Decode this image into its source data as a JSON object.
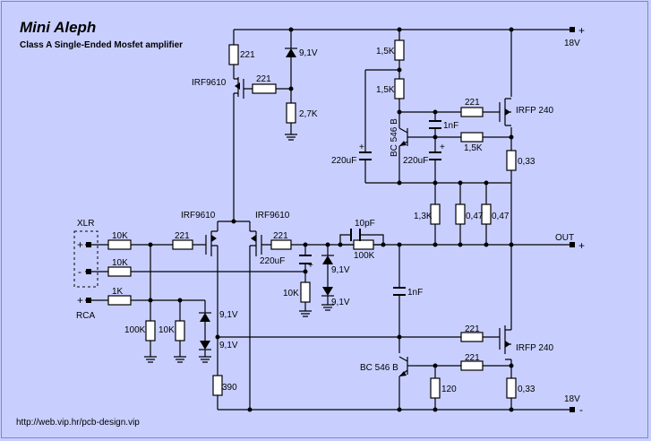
{
  "title": "Mini Aleph",
  "subtitle": "Class A Single-Ended Mosfet amplifier",
  "footer": "http://web.vip.hr/pcb-design.vip",
  "inputs": {
    "xlr": "XLR",
    "rca": "RCA",
    "plus": "+",
    "minus": "-"
  },
  "supply": {
    "pos": "18V",
    "neg": "18V",
    "plus": "+",
    "minus": "-"
  },
  "output": {
    "label": "OUT",
    "plus": "+"
  },
  "labels": {
    "r_top_221": "221",
    "z_top": "9,1V",
    "q_top_irf9610": "IRF9610",
    "r_gate_221": "221",
    "r_2k7": "2,7K",
    "r_1k5_a": "1,5K",
    "r_1k5_b": "1,5K",
    "r_gate_up_221": "221",
    "q_irfp_top": "IRFP 240",
    "c_1nf_top": "1nF",
    "q_bc546_top": "BC 546 B",
    "r_1k5_c": "1,5K",
    "c_220uf_a": "220uF",
    "c_220uf_b": "220uF",
    "r_033_top": "0,33",
    "q_irf9610_l": "IRF9610",
    "q_irf9610_r": "IRF9610",
    "c_10pf": "10pF",
    "r_1k3": "1,3K",
    "r_047_a": "0,47",
    "r_047_b": "0,47",
    "r_10k_a": "10K",
    "r_221_in": "221",
    "r_221_out": "221",
    "r_100k_fb": "100K",
    "r_10k_b": "10K",
    "c_220uf_fb": "220uF",
    "z_fb_a": "9,1V",
    "r_10k_fb": "10K",
    "z_fb_b": "9,1V",
    "r_1k": "1K",
    "c_1nf_bot": "1nF",
    "r_100k": "100K",
    "r_10k_c": "10K",
    "z_bot_a": "9,1V",
    "z_bot_b": "9,1V",
    "r_221_bot_a": "221",
    "q_irfp_bot": "IRFP 240",
    "q_bc546_bot": "BC 546 B",
    "r_221_bot_b": "221",
    "r_390": "390",
    "r_120": "120",
    "r_033_bot": "0,33"
  }
}
